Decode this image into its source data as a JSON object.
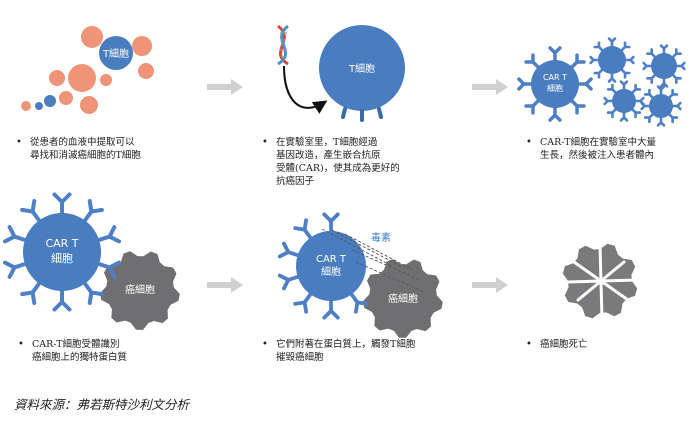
{
  "colors": {
    "tcell_blue": "#4a7cc0",
    "tcell_dark": "#3a6aa8",
    "receptor_blue": "#4f7fc4",
    "orange": "#ef9478",
    "cancer_gray": "#6f6f71",
    "dead_gray": "#7a7a7c",
    "arrow_gray": "#d0d0d0",
    "dna_red": "#d94a3a",
    "dna_blue": "#4a90c8",
    "toxin_label": "#3d7cc9"
  },
  "labels": {
    "t_cell": "T細胞",
    "t_cell_2": "T細胞",
    "car_t_line1": "CAR T",
    "car_t_line2": "細胞",
    "cancer_cell": "癌細胞",
    "cancer_cell_2": "癌細胞",
    "toxin": "毒素"
  },
  "steps": [
    {
      "bullet": "•",
      "lines": [
        "從患者的血液中提取可以",
        "尋找和消滅癌細胞的T細胞"
      ]
    },
    {
      "bullet": "•",
      "lines": [
        "在實驗室里，T細胞經過",
        "基因改造，產生嵌合抗原",
        "受體(CAR)，使其成為更好的",
        "抗癌因子"
      ]
    },
    {
      "bullet": "•",
      "lines": [
        "CAR-T細胞在實驗室中大量",
        "生長，然後被注入患者體內"
      ]
    },
    {
      "bullet": "•",
      "lines": [
        "CAR-T細胞受體識別",
        "癌細胞上的獨特蛋白質"
      ]
    },
    {
      "bullet": "•",
      "lines": [
        "它們附著在蛋白質上，觸發T細胞",
        "摧毀癌細胞"
      ]
    },
    {
      "bullet": "•",
      "lines": [
        "癌細胞死亡"
      ]
    }
  ],
  "source": "資料來源：弗若斯特沙利文分析"
}
